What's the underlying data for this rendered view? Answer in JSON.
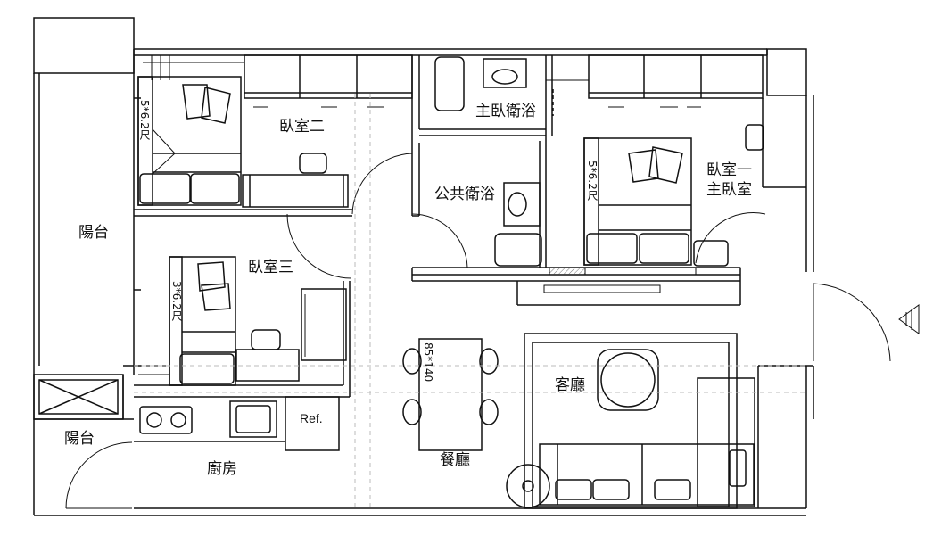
{
  "rooms": {
    "balcony_top": "陽台",
    "balcony_bottom": "陽台",
    "bedroom2": "臥室二",
    "bedroom3": "臥室三",
    "master_bath": "主臥衛浴",
    "public_bath": "公共衛浴",
    "bedroom1": "臥室一",
    "master_bedroom": "主臥室",
    "living_room": "客廳",
    "dining_room": "餐廳",
    "kitchen": "廚房"
  },
  "furniture": {
    "bed_bedroom2": "5*6.2尺",
    "bed_bedroom3": "3*6.2尺",
    "bed_bedroom1": "5*6.2尺",
    "dining_table": "85*140",
    "fridge": "Ref."
  },
  "colors": {
    "line": "#111111",
    "hatch": "#999999",
    "dash": "#bbbbbb"
  }
}
